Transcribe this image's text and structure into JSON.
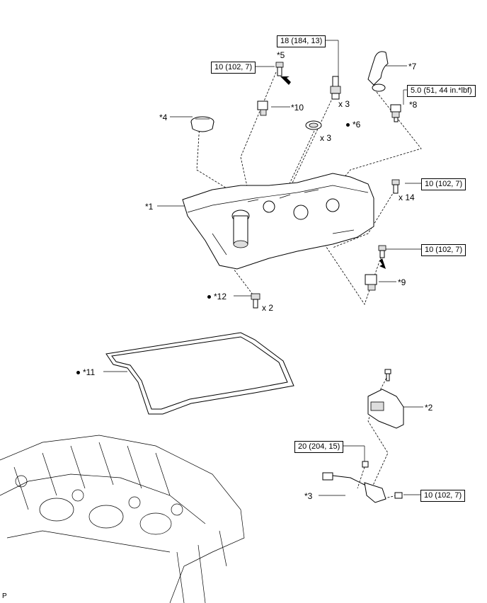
{
  "labels": {
    "p1": "*1",
    "p2": "*2",
    "p3": "*3",
    "p4": "*4",
    "p5": "*5",
    "p6": "*6",
    "p7": "*7",
    "p8": "*8",
    "p9": "*9",
    "p10": "*10",
    "p11": "*11",
    "p12": "*12"
  },
  "quantities": {
    "q_spark": "x 3",
    "q_seal": "x 3",
    "q_bolt14": "x 14",
    "q_bolt2": "x 2"
  },
  "torques": {
    "t_spark": "18 (184, 13)",
    "t_bolt5": "10 (102, 7)",
    "t_sensor8": "5.0 (51, 44 in.*lbf)",
    "t_bolts14": "10 (102, 7)",
    "t_bolt9": "10 (102, 7)",
    "t_bolt3": "20 (204, 15)",
    "t_bolt2": "10 (102, 7)"
  },
  "corner_mark": "P"
}
